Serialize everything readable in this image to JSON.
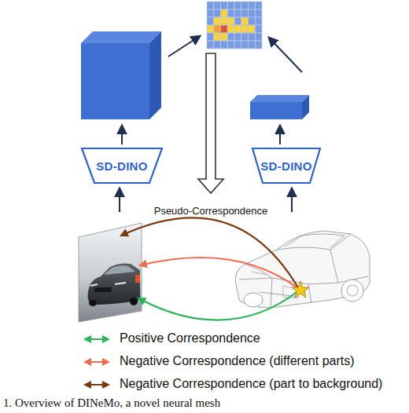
{
  "diagram": {
    "caption": "1. Overview of DINeMo, a novel neural mesh",
    "nodes": [
      {
        "text": [
          "SD-DINO"
        ]
      },
      {
        "text": [
          "SD-DINO"
        ]
      }
    ],
    "labels": [
      "Pseudo-Correspondence"
    ],
    "legend": [
      {
        "text": "Positive Correspondence"
      },
      {
        "text": "Negative Correspondence (different parts)"
      },
      {
        "text": "Negative Correspondence (part to background)"
      }
    ]
  }
}
